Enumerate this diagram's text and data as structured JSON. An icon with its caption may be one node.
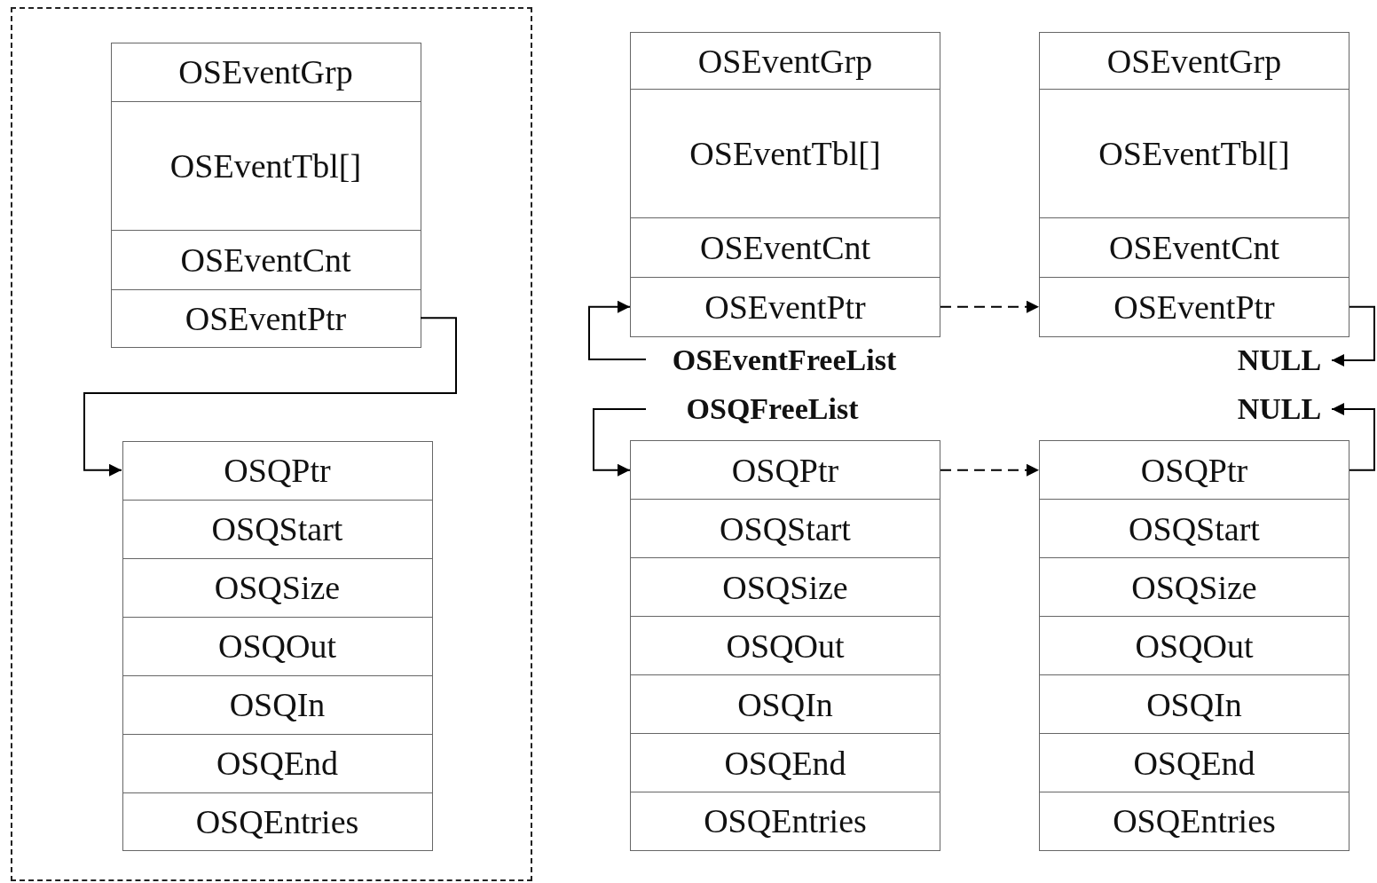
{
  "diagram": {
    "nodes": [
      {
        "text": [],
        "shape": "box"
      },
      {
        "text": [
          "OSEventGrp"
        ],
        "in": 0
      },
      {
        "text": [
          "OSEventTbl[]"
        ],
        "in": 0
      },
      {
        "text": [
          "OSEventCnt"
        ],
        "in": 0
      },
      {
        "text": [
          "OSEventPtr"
        ],
        "in": 0
      },
      {
        "text": [
          "OSQPtr"
        ],
        "in": 0
      },
      {
        "text": [
          "OSQStart"
        ],
        "in": 0
      },
      {
        "text": [
          "OSQSize"
        ],
        "in": 0
      },
      {
        "text": [
          "OSQOut"
        ],
        "in": 0
      },
      {
        "text": [
          "OSQIn"
        ],
        "in": 0
      },
      {
        "text": [
          "OSQEnd"
        ],
        "in": 0
      },
      {
        "text": [
          "OSQEntries"
        ],
        "in": 0
      },
      {
        "text": [
          "OSEventGrp"
        ]
      },
      {
        "text": [
          "OSEventTbl[]"
        ]
      },
      {
        "text": [
          "OSEventCnt"
        ]
      },
      {
        "text": [
          "OSEventPtr"
        ]
      },
      {
        "text": [
          "OSEventGrp"
        ]
      },
      {
        "text": [
          "OSEventTbl[]"
        ]
      },
      {
        "text": [
          "OSEventCnt"
        ]
      },
      {
        "text": [
          "OSEventPtr"
        ]
      },
      {
        "text": [
          "OSEventFreeList"
        ]
      },
      {
        "text": [
          "NULL"
        ]
      },
      {
        "text": [
          "OSQFreeList"
        ]
      },
      {
        "text": [
          "NULL"
        ]
      },
      {
        "text": [
          "OSQPtr"
        ]
      },
      {
        "text": [
          "OSQStart"
        ]
      },
      {
        "text": [
          "OSQSize"
        ]
      },
      {
        "text": [
          "OSQOut"
        ]
      },
      {
        "text": [
          "OSQIn"
        ]
      },
      {
        "text": [
          "OSQEnd"
        ]
      },
      {
        "text": [
          "OSQEntries"
        ]
      },
      {
        "text": [
          "OSQPtr"
        ]
      },
      {
        "text": [
          "OSQStart"
        ]
      },
      {
        "text": [
          "OSQSize"
        ]
      },
      {
        "text": [
          "OSQOut"
        ]
      },
      {
        "text": [
          "OSQIn"
        ]
      },
      {
        "text": [
          "OSQEnd"
        ]
      },
      {
        "text": [
          "OSQEntries"
        ]
      }
    ],
    "edges": [
      {
        "from": 4,
        "to": 5,
        "arrow": "to"
      },
      {
        "from": 20,
        "to": 15,
        "arrow": "to"
      },
      {
        "from": 22,
        "to": 24,
        "arrow": "to"
      },
      {
        "from": 15,
        "to": 19,
        "arrow": "to",
        "style": "dashed"
      },
      {
        "from": 24,
        "to": 31,
        "arrow": "to",
        "style": "dashed"
      },
      {
        "from": 19,
        "to": 21,
        "arrow": "to"
      },
      {
        "from": 31,
        "to": 23,
        "arrow": "to"
      }
    ]
  }
}
